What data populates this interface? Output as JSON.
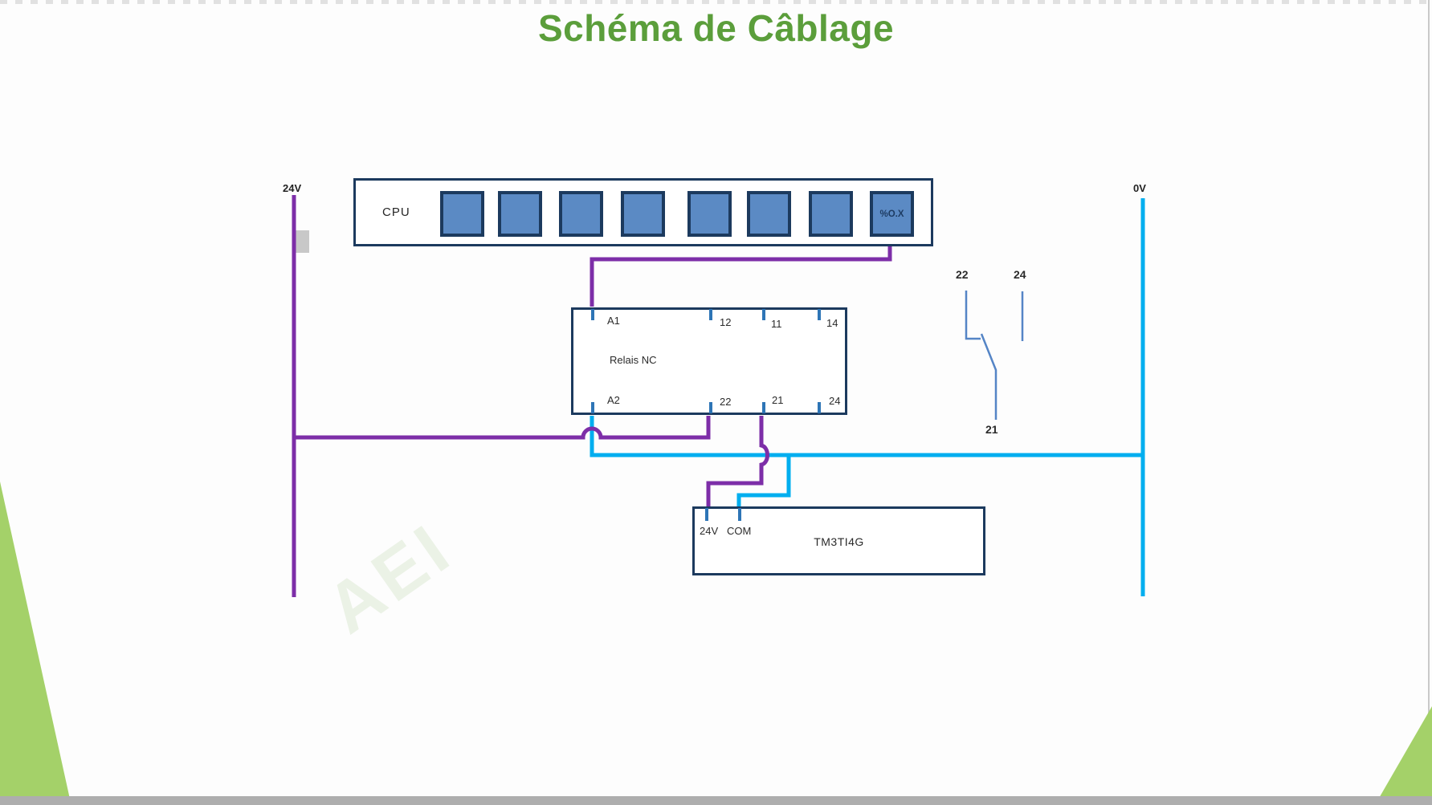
{
  "title": {
    "text": "Schéma de Câblage"
  },
  "watermark": {
    "text": "AEI"
  },
  "rails": {
    "left": "24V",
    "right": "0V"
  },
  "cpu": {
    "label": "CPU",
    "slot_count": 8,
    "output_label": "%O.X"
  },
  "relay": {
    "name": "Relais NC",
    "top_terminals": [
      "A1",
      "12",
      "11",
      "14"
    ],
    "bottom_terminals": [
      "A2",
      "22",
      "21",
      "24"
    ]
  },
  "contact": {
    "terminal_top_left": "22",
    "terminal_top_right": "24",
    "terminal_bottom": "21"
  },
  "module": {
    "name": "TM3TI4G",
    "terminal_left": "24V",
    "terminal_right": "COM"
  },
  "colors": {
    "title_green": "#5b9e3b",
    "corner_green": "#a4d169",
    "wire_purple": "#7d2ea8",
    "wire_cyan": "#00aeef",
    "box_border_navy": "#1c3a5e",
    "slot_blue": "#5b8ac4",
    "terminal_blue": "#2e75b6",
    "contact_blue": "#5585c6"
  }
}
